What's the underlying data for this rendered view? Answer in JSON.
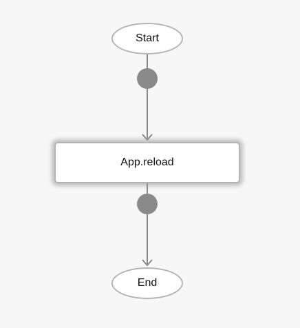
{
  "diagram": {
    "nodes": {
      "start": {
        "label": "Start",
        "shape": "ellipse"
      },
      "action": {
        "label": "App.reload",
        "shape": "rounded-rect",
        "highlighted": true
      },
      "end": {
        "label": "End",
        "shape": "ellipse"
      }
    },
    "edges": [
      {
        "from": "start",
        "to": "action",
        "midpoint_dot": true
      },
      {
        "from": "action",
        "to": "end",
        "midpoint_dot": true
      }
    ]
  },
  "colors": {
    "background": "#f7f7f7",
    "node_fill": "#ffffff",
    "node_border": "#b4b4b4",
    "edge": "#8a8a8a",
    "dot": "#8a8a8a",
    "text": "#111111"
  }
}
